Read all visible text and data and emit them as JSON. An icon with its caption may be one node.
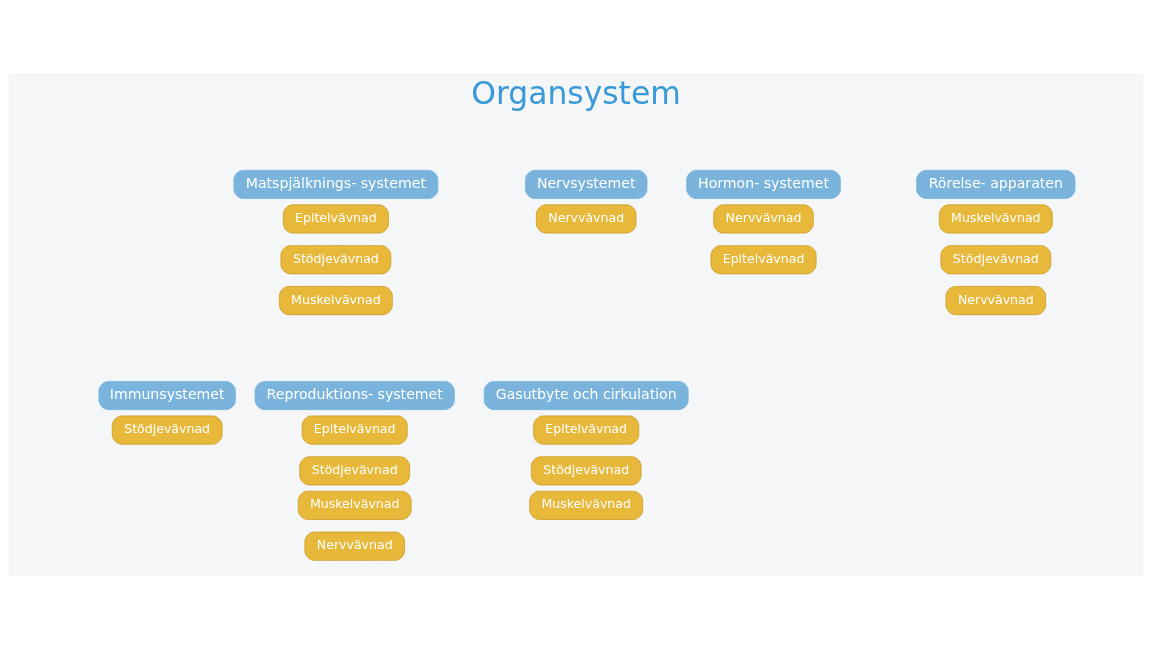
{
  "diagram": {
    "title": "Organsystem",
    "nodes": [
      {
        "text": [
          "Matspjälknings- systemet"
        ]
      },
      {
        "text": [
          "Epitelvävnad"
        ]
      },
      {
        "text": [
          "Stödjevävnad"
        ]
      },
      {
        "text": [
          "Muskelvävnad"
        ]
      },
      {
        "text": [
          "Nervsystemet"
        ]
      },
      {
        "text": [
          "Nervvävnad"
        ]
      },
      {
        "text": [
          "Hormon- systemet"
        ]
      },
      {
        "text": [
          "Nervvävnad"
        ]
      },
      {
        "text": [
          "Epitelvävnad"
        ]
      },
      {
        "text": [
          "Rörelse- apparaten"
        ]
      },
      {
        "text": [
          "Muskelvävnad"
        ]
      },
      {
        "text": [
          "Stödjevävnad"
        ]
      },
      {
        "text": [
          "Nervvävnad"
        ]
      },
      {
        "text": [
          "Gasutbyte och cirkulation"
        ]
      },
      {
        "text": [
          "Epitelvävnad"
        ]
      },
      {
        "text": [
          "Stödjevävnad"
        ]
      },
      {
        "text": [
          "Muskelvävnad"
        ]
      },
      {
        "text": [
          "Immunsystemet"
        ]
      },
      {
        "text": [
          "Stödjevävnad"
        ]
      },
      {
        "text": [
          "Reproduktions- systemet"
        ]
      },
      {
        "text": [
          "Epitelvävnad"
        ]
      },
      {
        "text": [
          "Stödjevävnad"
        ]
      },
      {
        "text": [
          "Muskelvävnad"
        ]
      },
      {
        "text": [
          "Nervvävnad"
        ]
      }
    ],
    "edges": []
  }
}
